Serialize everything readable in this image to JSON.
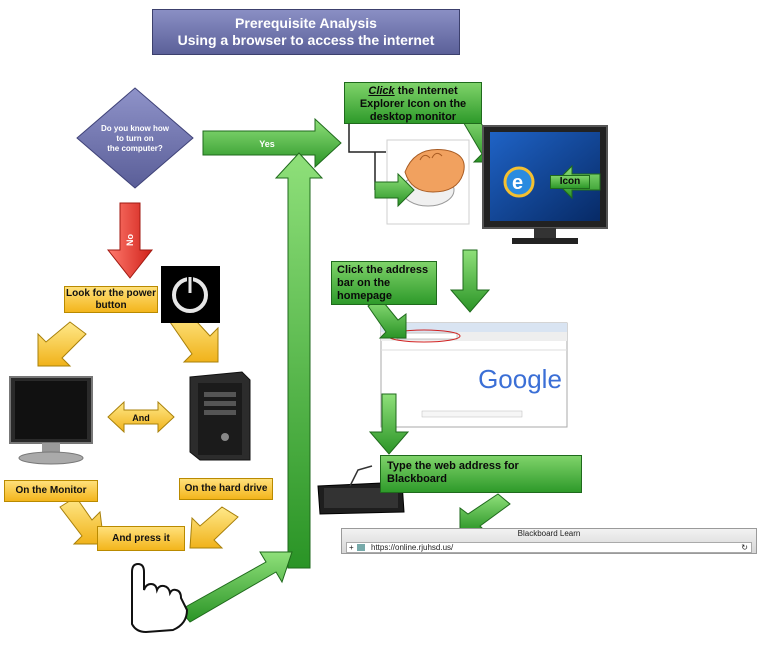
{
  "title": {
    "line1": "Prerequisite Analysis",
    "line2": "Using a browser to access the internet"
  },
  "decision": {
    "line1": "Do you know how",
    "line2": "to turn on",
    "line3": "the computer?"
  },
  "arrows": {
    "yes": "Yes",
    "no": "No"
  },
  "labels": {
    "look_for_power": "Look for the power button",
    "and_connector": "And",
    "on_the_monitor": "On the Monitor",
    "on_the_hard_drive": "On the hard drive",
    "and_press_it": "And press it"
  },
  "steps": {
    "click_ie_em": "Click",
    "click_ie_rest_line1": " the Internet",
    "click_ie_line2": "Explorer Icon on the",
    "click_ie_line3": "desktop monitor",
    "icon_label": "Icon",
    "address_bar_line1": "Click the address",
    "address_bar_line2": "bar on the",
    "address_bar_line3": "homepage",
    "type_address": "Type the web address for Blackboard"
  },
  "browser": {
    "google_logo": "Google",
    "window_title": "Blackboard Learn",
    "url": "https://online.rjuhsd.us/"
  },
  "colors": {
    "green": "#3aa832",
    "yellow": "#f5c431",
    "red": "#e8342c",
    "title_bg": "#6e73ad"
  }
}
